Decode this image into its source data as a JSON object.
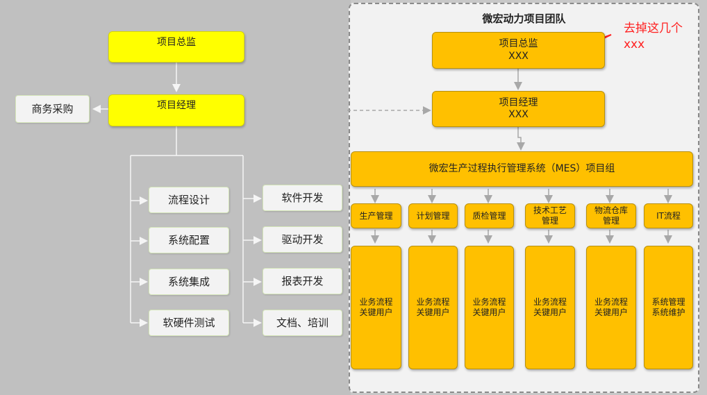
{
  "left_chart": {
    "director": "项目总监",
    "manager": "项目经理",
    "procurement": "商务采购",
    "left_column": [
      "流程设计",
      "系统配置",
      "系统集成",
      "软硬件测试"
    ],
    "right_column": [
      "软件开发",
      "驱动开发",
      "报表开发",
      "文档、培训"
    ]
  },
  "team": {
    "title": "微宏动力项目团队",
    "director": {
      "role": "项目总监",
      "name": "XXX"
    },
    "manager": {
      "role": "项目经理",
      "name": "XXX"
    },
    "group": "微宏生产过程执行管理系统（MES）项目组",
    "departments": [
      {
        "name": "生产管理",
        "members": [
          "业务流程",
          "关键用户"
        ]
      },
      {
        "name": "计划管理",
        "members": [
          "业务流程",
          "关键用户"
        ]
      },
      {
        "name": "质检管理",
        "members": [
          "业务流程",
          "关键用户"
        ]
      },
      {
        "name": [
          "技术工艺",
          "管理"
        ],
        "members": [
          "业务流程",
          "关键用户"
        ]
      },
      {
        "name": [
          "物流仓库",
          "管理"
        ],
        "members": [
          "业务流程",
          "关键用户"
        ]
      },
      {
        "name": "IT流程",
        "members": [
          "系统管理",
          "系统维护"
        ]
      }
    ]
  },
  "annotation": {
    "line1": "去掉这几个",
    "line2": "xxx",
    "color": "#ff2020"
  }
}
